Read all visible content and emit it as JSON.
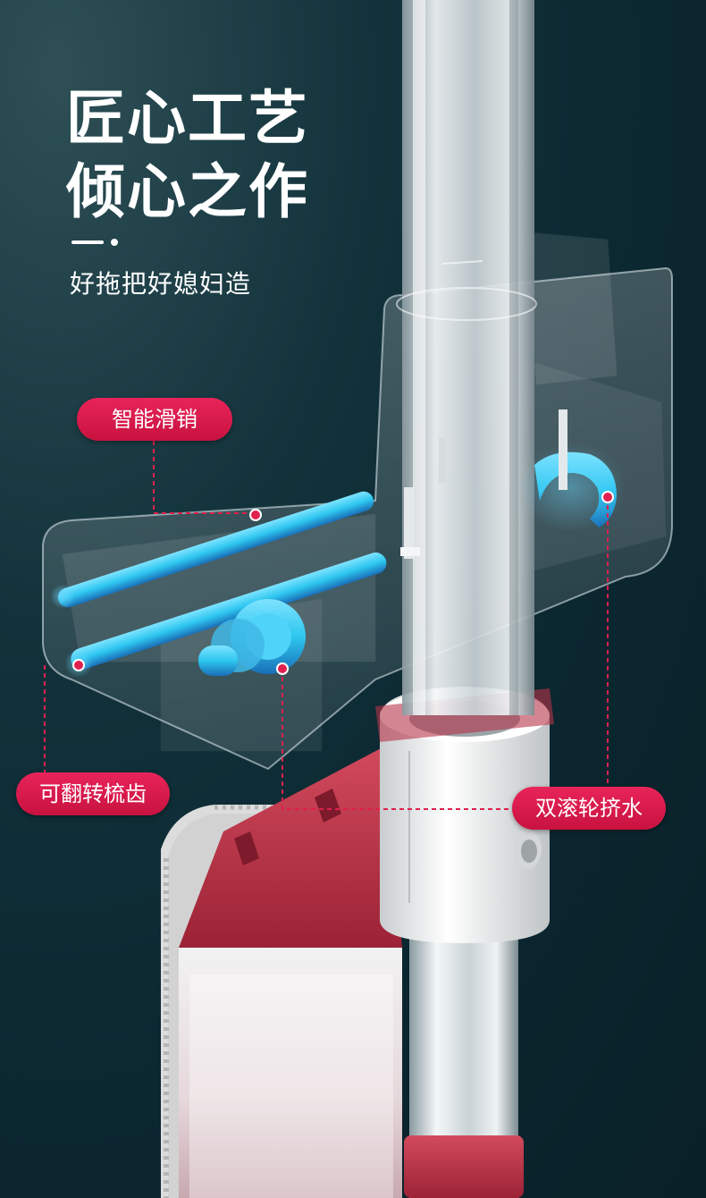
{
  "headline": {
    "line1": "匠心工艺",
    "line2": "倾心之作"
  },
  "subtitle": "好拖把好媳妇造",
  "callouts": {
    "smart_pin": "智能滑销",
    "flip_comb": "可翻转梳齿",
    "double_roller": "双滚轮挤水"
  },
  "colors": {
    "background": "#0b2730",
    "accent": "#e0204f",
    "highlight_blue": "#2ec7f0",
    "mop_body": "#c23a4e"
  }
}
